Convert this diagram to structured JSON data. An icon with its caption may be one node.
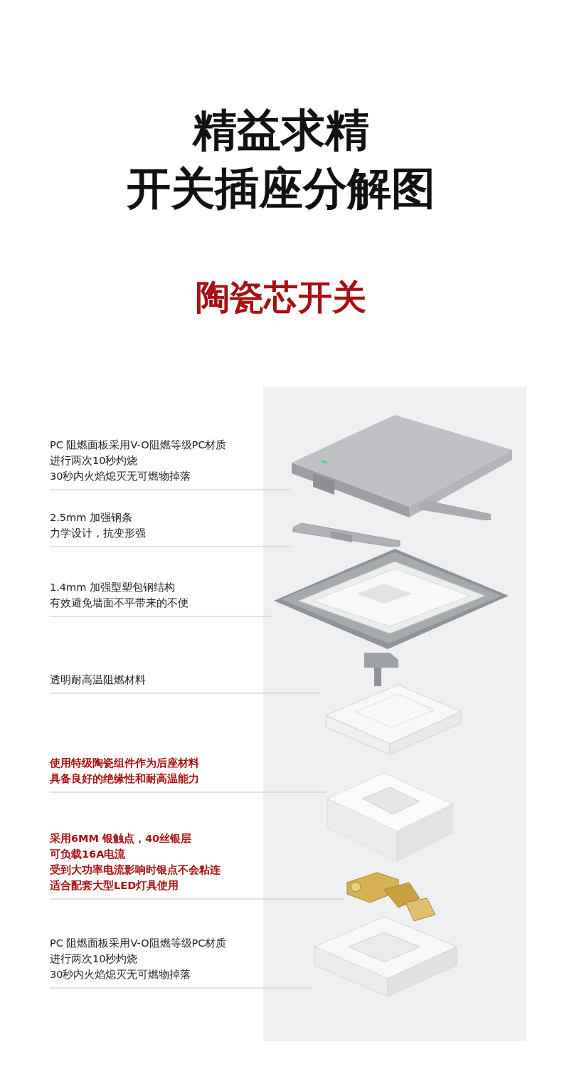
{
  "diagram": {
    "title": "精益求精",
    "nodes": [
      {
        "text": [
          "PC 阻燃面板采用V-O阻燃等级PC材质",
          "进行两次10秒灼烧",
          "30秒内火焰熄灭无可燃物掉落"
        ]
      },
      {
        "text": [
          "2.5mm 加强钢条",
          "力学设计，抗变形强"
        ]
      },
      {
        "text": [
          "1.4mm 加强型塑包钢结构",
          "有效避免墙面不平带来的不便"
        ]
      },
      {
        "text": [
          "透明耐高温阻燃材料"
        ]
      },
      {
        "text": [
          "使用特级陶瓷组件作为后座材料",
          "具备良好的绝缘性和耐高温能力"
        ]
      },
      {
        "text": [
          "采用6MM 银触点，40丝银层",
          "可负载16A电流",
          "受到大功率电流影响时银点不会粘连",
          "适合配套大型LED灯具使用"
        ]
      },
      {
        "text": [
          "PC 阻燃面板采用V-O阻燃等级PC材质",
          "进行两次10秒灼烧",
          "30秒内火焰熄灭无可燃物掉落"
        ]
      },
      {
        "text": [],
        "shape": "picture"
      },
      {
        "text": [],
        "shape": "picture"
      },
      {
        "text": [],
        "shape": "picture"
      },
      {
        "text": [],
        "shape": "picture"
      },
      {
        "text": [],
        "shape": "picture"
      },
      {
        "text": [],
        "shape": "picture"
      },
      {
        "text": [],
        "shape": "picture"
      }
    ],
    "edges": [
      {
        "from": 0,
        "to": 7,
        "arrow": "none"
      },
      {
        "from": 1,
        "to": 8,
        "arrow": "none"
      },
      {
        "from": 2,
        "to": 9,
        "arrow": "none"
      },
      {
        "from": 3,
        "to": 10,
        "arrow": "none"
      },
      {
        "from": 4,
        "to": 11,
        "arrow": "none"
      },
      {
        "from": 5,
        "to": 12,
        "arrow": "none"
      },
      {
        "from": 6,
        "to": 13,
        "arrow": "none"
      }
    ],
    "labels": [
      "开关插座分解图",
      "陶瓷芯开关"
    ]
  }
}
